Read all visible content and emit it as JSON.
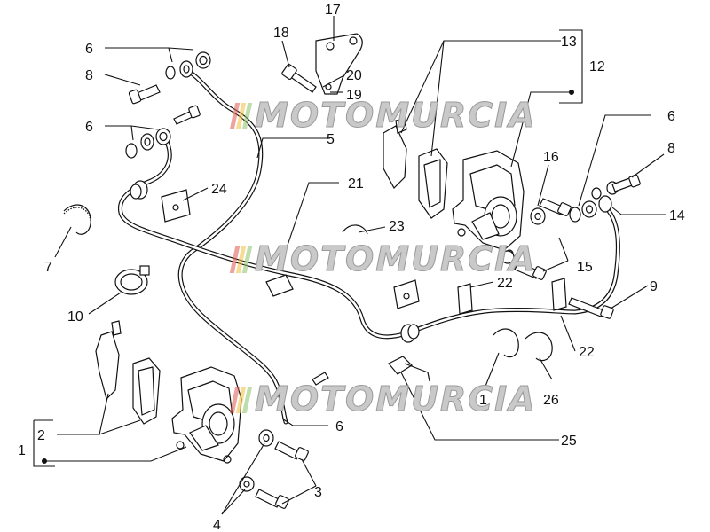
{
  "watermark": {
    "text": "MOTOMURCIA",
    "stripe_colors": [
      "#e05a4e",
      "#f0c040",
      "#8cc36a"
    ]
  },
  "callouts": [
    "1",
    "2",
    "3",
    "4",
    "5",
    "6",
    "6",
    "6",
    "6",
    "7",
    "8",
    "8",
    "9",
    "10",
    "12",
    "13",
    "14",
    "15",
    "16",
    "17",
    "18",
    "19",
    "20",
    "21",
    "22",
    "22",
    "23",
    "24",
    "25",
    "26",
    "1"
  ]
}
